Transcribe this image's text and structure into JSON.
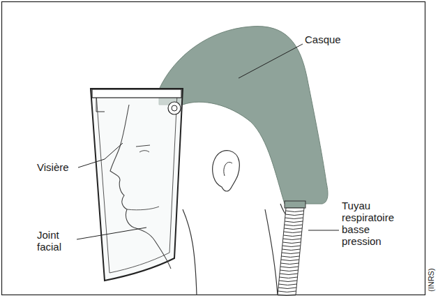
{
  "diagram": {
    "labels": [
      "Casque",
      "Visière",
      "Joint facial",
      "Tuyau respiratoire basse pression",
      "(INRS)"
    ]
  }
}
